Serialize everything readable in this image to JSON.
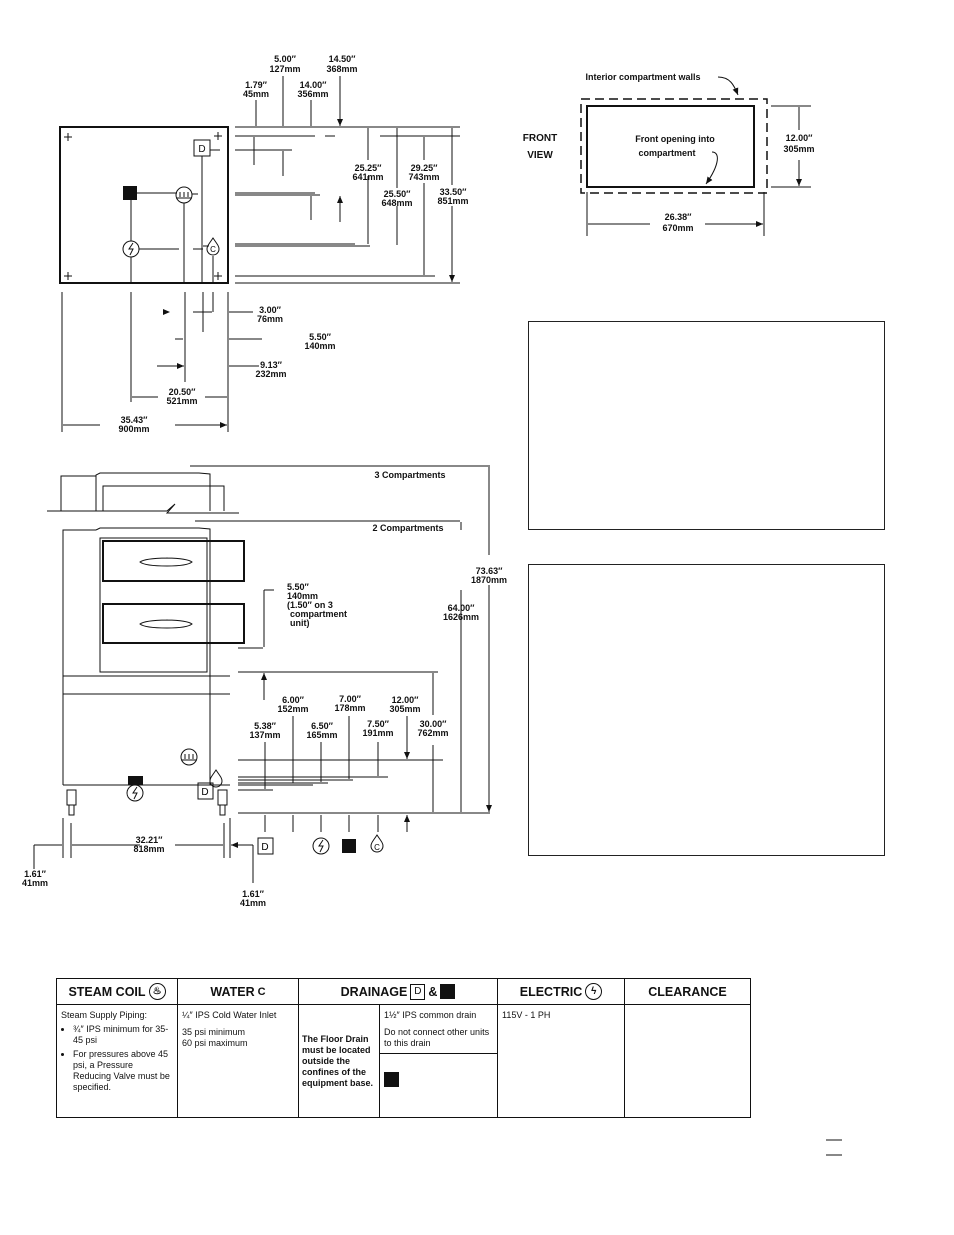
{
  "plan_view": {
    "symbols": {
      "drain": "D",
      "water": "C"
    },
    "top_dims": [
      {
        "in": "5.00″",
        "mm": "127mm"
      },
      {
        "in": "14.50″",
        "mm": "368mm"
      },
      {
        "in": "1.79″",
        "mm": "45mm"
      },
      {
        "in": "14.00″",
        "mm": "356mm"
      }
    ],
    "right_dims": [
      {
        "in": "25.25″",
        "mm": "641mm"
      },
      {
        "in": "29.25″",
        "mm": "743mm"
      },
      {
        "in": "25.50″",
        "mm": "648mm"
      },
      {
        "in": "33.50″",
        "mm": "851mm"
      }
    ],
    "bottom_dims": [
      {
        "in": "3.00″",
        "mm": "76mm"
      },
      {
        "in": "5.50″",
        "mm": "140mm"
      },
      {
        "in": "9.13″",
        "mm": "232mm"
      },
      {
        "in": "20.50″",
        "mm": "521mm"
      },
      {
        "in": "35.43″",
        "mm": "900mm"
      }
    ]
  },
  "front_view": {
    "title_line1": "FRONT",
    "title_line2": "VIEW",
    "walls_label": "Interior compartment walls",
    "opening_label_1": "Front opening into",
    "opening_label_2": "compartment",
    "height": {
      "in": "12.00″",
      "mm": "305mm"
    },
    "width": {
      "in": "26.38″",
      "mm": "670mm"
    }
  },
  "side_view": {
    "label_3": "3 Compartments",
    "label_2": "2 Compartments",
    "h_total_3": {
      "in": "73.63″",
      "mm": "1870mm"
    },
    "h_total_2": {
      "in": "64.00″",
      "mm": "1626mm"
    },
    "gap": {
      "in": "5.50″",
      "mm": "140mm",
      "note1": "(1.50″ on 3",
      "note2": "compartment",
      "note3": "unit)"
    },
    "base": {
      "in": "30.00″",
      "mm": "762mm"
    },
    "utility_dims": [
      {
        "in": "5.38″",
        "mm": "137mm"
      },
      {
        "in": "6.00″",
        "mm": "152mm"
      },
      {
        "in": "6.50″",
        "mm": "165mm"
      },
      {
        "in": "7.00″",
        "mm": "178mm"
      },
      {
        "in": "7.50″",
        "mm": "191mm"
      },
      {
        "in": "12.00″",
        "mm": "305mm"
      }
    ],
    "leg_span": {
      "in": "32.21″",
      "mm": "818mm"
    },
    "leg_left": {
      "in": "1.61″",
      "mm": "41mm"
    },
    "leg_right": {
      "in": "1.61″",
      "mm": "41mm"
    },
    "symbols": {
      "drain": "D",
      "water": "C"
    }
  },
  "spec_table": {
    "headers": {
      "steam": "STEAM COIL",
      "water": "WATER",
      "drainage": "DRAINAGE",
      "drainage_amp": "&",
      "electric": "ELECTRIC",
      "clearance": "CLEARANCE"
    },
    "drain_symbol": "D",
    "water_symbol": "C",
    "steam": {
      "intro": "Steam Supply Piping:",
      "bullets": [
        "¾″ IPS minimum for 35-45 psi",
        "For pressures above 45 psi, a Pressure Reducing Valve must be specified."
      ]
    },
    "water": {
      "line1": "¼″ IPS Cold Water Inlet",
      "line2": "35 psi minimum",
      "line3": "60 psi maximum"
    },
    "drainage": {
      "floor_drain": "The Floor Drain must be located outside the confines of the equipment base.",
      "common_drain": "1½″ IPS common drain",
      "no_connect": "Do not connect other units to this drain"
    },
    "electric": {
      "line1": "115V - 1 PH"
    },
    "clearance": {}
  }
}
